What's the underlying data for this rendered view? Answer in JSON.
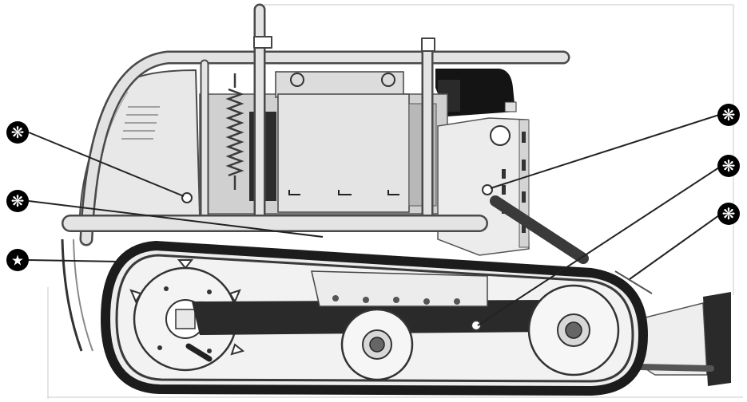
{
  "diagram": {
    "subject": "tracked-vehicle-side-view",
    "colors": {
      "background": "#ffffff",
      "body": "#e6e6e6",
      "body_dark": "#bcbcbc",
      "frame": "#d9d9d9",
      "frame_edge": "#4a4a4a",
      "track": "#1c1c1c",
      "track_inner": "#3a3a3a",
      "engine": "#111111",
      "callout": "#000000",
      "leader": "#222222"
    },
    "callouts": [
      {
        "id": "lube-point-1",
        "icon": "asterisk-icon",
        "glyph": "❋"
      },
      {
        "id": "lube-point-2",
        "icon": "asterisk-icon",
        "glyph": "❋"
      },
      {
        "id": "track-tension-point",
        "icon": "star-icon",
        "glyph": "★"
      },
      {
        "id": "lube-point-3",
        "icon": "asterisk-icon",
        "glyph": "❋"
      },
      {
        "id": "lube-point-4",
        "icon": "asterisk-icon",
        "glyph": "❋"
      },
      {
        "id": "lube-point-5",
        "icon": "asterisk-icon",
        "glyph": "❋"
      }
    ]
  }
}
